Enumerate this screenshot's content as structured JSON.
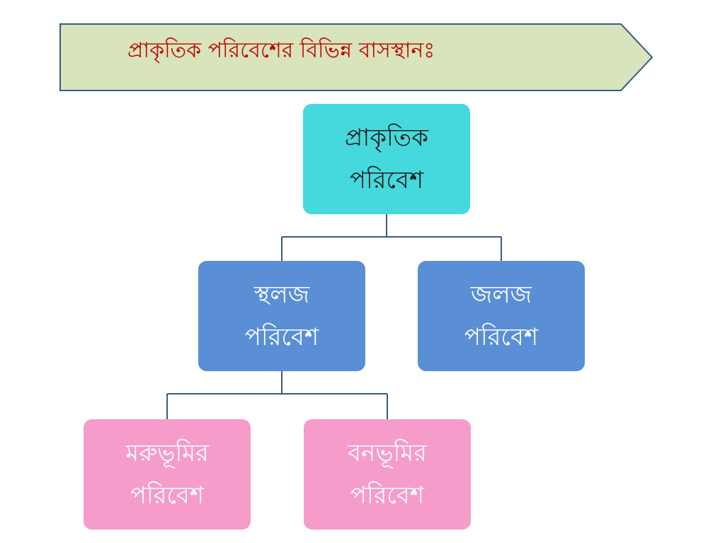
{
  "banner": {
    "title": "প্রাকৃতিক পরিবেশের বিভিন্ন বাসস্থানঃ"
  },
  "colors": {
    "banner_fill": "#d8e4bc",
    "banner_stroke": "#3a5a80",
    "title_text": "#c00000",
    "root_fill": "#45d9dd",
    "level2_fill": "#5a8fd6",
    "level3_fill": "#f59ccb",
    "connector": "#3a5a80"
  },
  "diagram": {
    "root": {
      "line1": "প্রাকৃতিক",
      "line2": "পরিবেশ"
    },
    "land": {
      "line1": "স্থলজ",
      "line2": "পরিবেশ"
    },
    "water": {
      "line1": "জলজ",
      "line2": "পরিবেশ"
    },
    "desert": {
      "line1": "মরুভূমির",
      "line2": "পরিবেশ"
    },
    "forest": {
      "line1": "বনভূমির",
      "line2": "পরিবেশ"
    }
  }
}
